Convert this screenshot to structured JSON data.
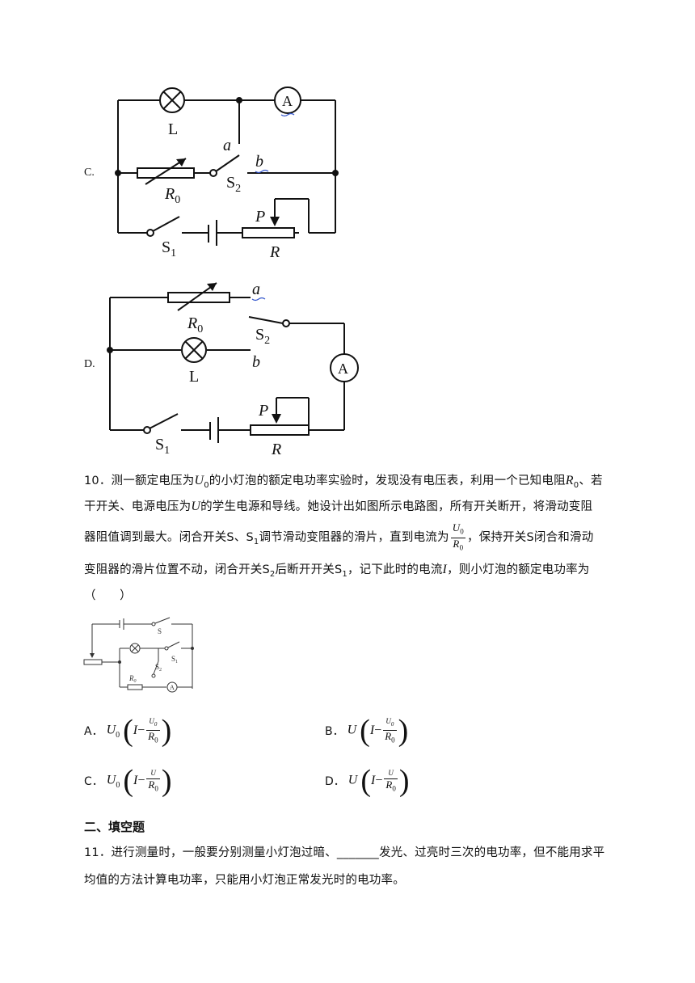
{
  "options_top": {
    "c_label": "C.",
    "d_label": "D."
  },
  "circuit_c": {
    "lamp_label": "L",
    "ammeter_label": "A",
    "a_label": "a",
    "b_label": "b",
    "r0_label": "R",
    "r0_sub": "0",
    "s2_label": "S",
    "s2_sub": "2",
    "s1_label": "S",
    "s1_sub": "1",
    "p_label": "P",
    "r_label": "R"
  },
  "circuit_d": {
    "r0_label": "R",
    "r0_sub": "0",
    "a_label": "a",
    "s2_label": "S",
    "s2_sub": "2",
    "lamp_label": "L",
    "b_label": "b",
    "ammeter_label": "A",
    "s1_label": "S",
    "s1_sub": "1",
    "p_label": "P",
    "r_label": "R"
  },
  "question10": {
    "l1_a": "10．测一额定电压为",
    "u0_sym": "U",
    "u0_sub": "0",
    "l1_b": "的小灯泡的额定电功率实验时，发现没有电压表，利用一个已知电阻",
    "r0_sym": "R",
    "r0_sub": "0",
    "l1_c": "、若",
    "l2_a": "干开关、电源电压为",
    "u_sym": "U",
    "l2_b": "的学生电源和导线。她设计出如图所示电路图，所有开关断开，将滑动变阻",
    "l3_a": "器阻值调到最大。闭合开关S、S",
    "l3_sub1": "1",
    "l3_b": "调节滑动变阻器的滑片，直到电流为",
    "frac_num": "U",
    "frac_num_sub": "0",
    "frac_den": "R",
    "frac_den_sub": "0",
    "l3_c": "，保持开关S闭合和滑动",
    "l4_a": "变阻器的滑片位置不动，闭合开关S",
    "l4_sub2": "2",
    "l4_b": "后断开开关S",
    "l4_sub1": "1",
    "l4_c": "，记下此时的电流",
    "i_sym": "I",
    "l4_d": "，则小灯泡的额定电功率为",
    "l5": "（　　）"
  },
  "small_circuit": {
    "s_label": "S",
    "s1_label": "S",
    "s1_sub": "1",
    "s2_label": "S",
    "s2_sub": "2",
    "r0_label": "R",
    "r0_sub": "0",
    "ammeter_label": "A"
  },
  "answers": {
    "a_label": "A．",
    "b_label": "B．",
    "c_label": "C．",
    "d_label": "D．",
    "a_coef": "U",
    "a_coef_sub": "0",
    "a_i": "I",
    "a_minus": "−",
    "a_num": "U",
    "a_num_sub": "0",
    "a_den": "R",
    "a_den_sub": "0",
    "b_coef": "U",
    "b_i": "I",
    "b_minus": "−",
    "b_num": "U",
    "b_num_sub": "0",
    "b_den": "R",
    "b_den_sub": "0",
    "c_coef": "U",
    "c_coef_sub": "0",
    "c_i": "I",
    "c_minus": "−",
    "c_num": "U",
    "c_den": "R",
    "c_den_sub": "0",
    "d_coef": "U",
    "d_i": "I",
    "d_minus": "−",
    "d_num": "U",
    "d_den": "R",
    "d_den_sub": "0"
  },
  "section2": {
    "title": "二、填空题"
  },
  "question11": {
    "l1_a": "11．进行测量时，一般要分别测量小灯泡过暗、",
    "blank": "_______",
    "l1_b": "发光、过亮时三次的电功率，但不能用求平",
    "l2": "均值的方法计算电功率，只能用小灯泡正常发光时的电功率。"
  }
}
